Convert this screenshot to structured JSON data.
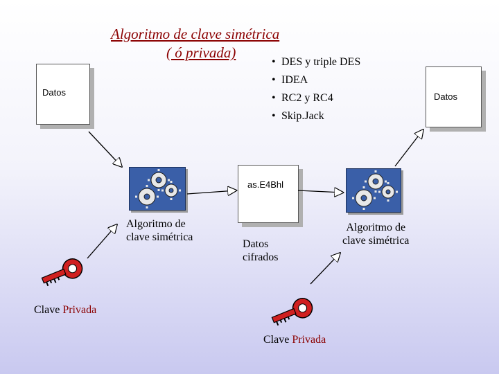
{
  "title": {
    "line1": "Algoritmo de clave simétrica",
    "line2": "( ó privada)"
  },
  "algorithms": [
    "DES y triple DES",
    "IDEA",
    "RC2 y RC4",
    "Skip.Jack"
  ],
  "input_box": {
    "label": "Datos"
  },
  "output_box": {
    "label": "Datos"
  },
  "cipher_box": {
    "label": "as.E4Bhl"
  },
  "encrypt_label": {
    "line1": "Algoritmo de",
    "line2": "clave simétrica"
  },
  "decrypt_label": {
    "line1": "Algoritmo de",
    "line2": "clave simétrica"
  },
  "cipher_caption": {
    "line1": "Datos",
    "line2": "cifrados"
  },
  "key_left": {
    "word1": "Clave",
    "word2": "Privada"
  },
  "key_right": {
    "word1": "Clave",
    "word2": "Privada"
  },
  "colors": {
    "title": "#8b0000",
    "gear_bg": "#3a5fa8",
    "key": "#d02020"
  }
}
